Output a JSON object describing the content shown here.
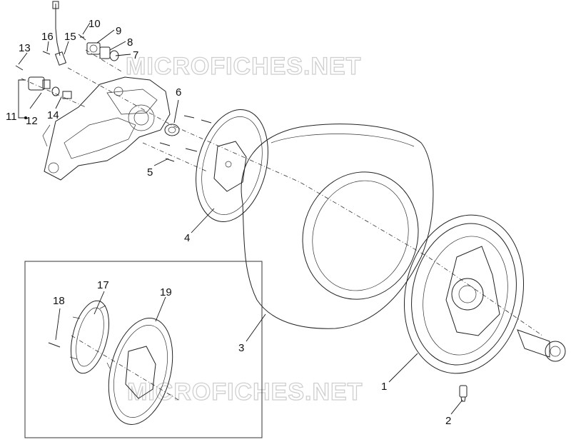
{
  "watermark": {
    "text": "MICROFICHES.NET"
  },
  "callouts": {
    "c1": "1",
    "c2": "2",
    "c3": "3",
    "c4": "4",
    "c5": "5",
    "c6": "6",
    "c7": "7",
    "c8": "8",
    "c9": "9",
    "c10": "10",
    "c11": "11",
    "c12": "12",
    "c13": "13",
    "c14": "14",
    "c15": "15",
    "c16": "16",
    "c17": "17",
    "c18": "18",
    "c19": "19"
  },
  "colors": {
    "line": "#222222",
    "watermark": "#cfcfcf",
    "background": "#ffffff"
  }
}
